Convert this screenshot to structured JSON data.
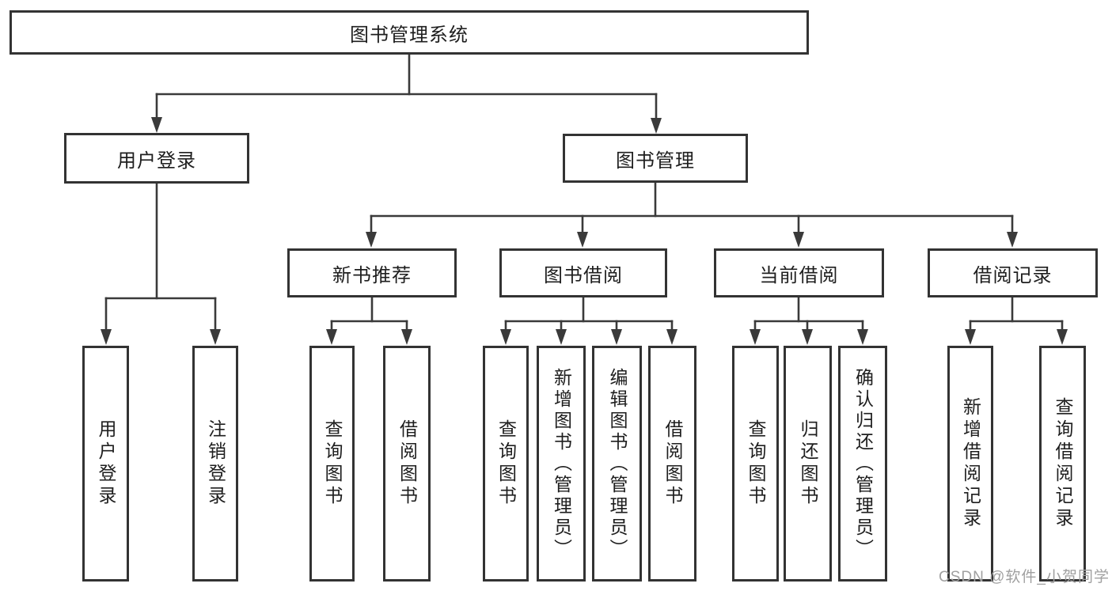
{
  "diagram_type": "hierarchy-diagram",
  "tree": {
    "label": "图书管理系统",
    "children": [
      {
        "label": "用户登录",
        "children": [
          {
            "label": "用户登录"
          },
          {
            "label": "注销登录"
          }
        ]
      },
      {
        "label": "图书管理",
        "children": [
          {
            "label": "新书推荐",
            "children": [
              {
                "label": "查询图书"
              },
              {
                "label": "借阅图书"
              }
            ]
          },
          {
            "label": "图书借阅",
            "children": [
              {
                "label": "查询图书"
              },
              {
                "label": "新增图书（管理员）"
              },
              {
                "label": "编辑图书（管理员）"
              },
              {
                "label": "借阅图书"
              }
            ]
          },
          {
            "label": "当前借阅",
            "children": [
              {
                "label": "查询图书"
              },
              {
                "label": "归还图书"
              },
              {
                "label": "确认归还（管理员）"
              }
            ]
          },
          {
            "label": "借阅记录",
            "children": [
              {
                "label": "新增借阅记录"
              },
              {
                "label": "查询借阅记录"
              }
            ]
          }
        ]
      }
    ]
  },
  "watermark": {
    "text": "CSDN @软件_小贺同学"
  },
  "colors": {
    "line": "#3a3a3a",
    "box_border": "#333333",
    "text": "#1e1e1e",
    "watermark": "#a0a0a0",
    "background": "#ffffff"
  }
}
